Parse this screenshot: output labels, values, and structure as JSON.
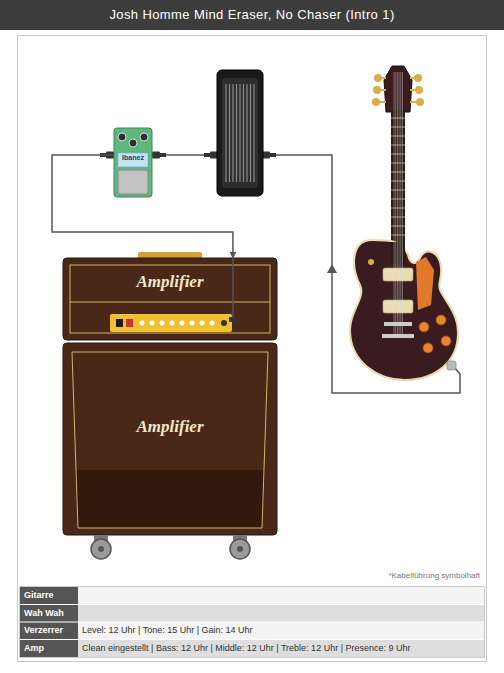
{
  "diagram": {
    "title": "Josh Homme Mind Eraser, No Chaser (Intro 1)",
    "nodes": [
      {
        "text": [
          "Ibanez"
        ]
      },
      {
        "text": [
          "Amplifier"
        ]
      },
      {
        "text": [
          "Amplifier"
        ]
      }
    ],
    "edges": [
      {
        "from": 0,
        "to": 1,
        "arrow": "to"
      }
    ],
    "labels": [
      "Gitarre",
      "Wah Wah",
      "Verzerrer",
      "Level: 12 Uhr | Tone: 15 Uhr | Gain: 14 Uhr",
      "Amp",
      "Clean eingestellt | Bass: 12 Uhr | Middle: 12 Uhr | Treble: 12 Uhr | Presence: 9 Uhr",
      "*Kabelführung symbolhaft"
    ]
  }
}
